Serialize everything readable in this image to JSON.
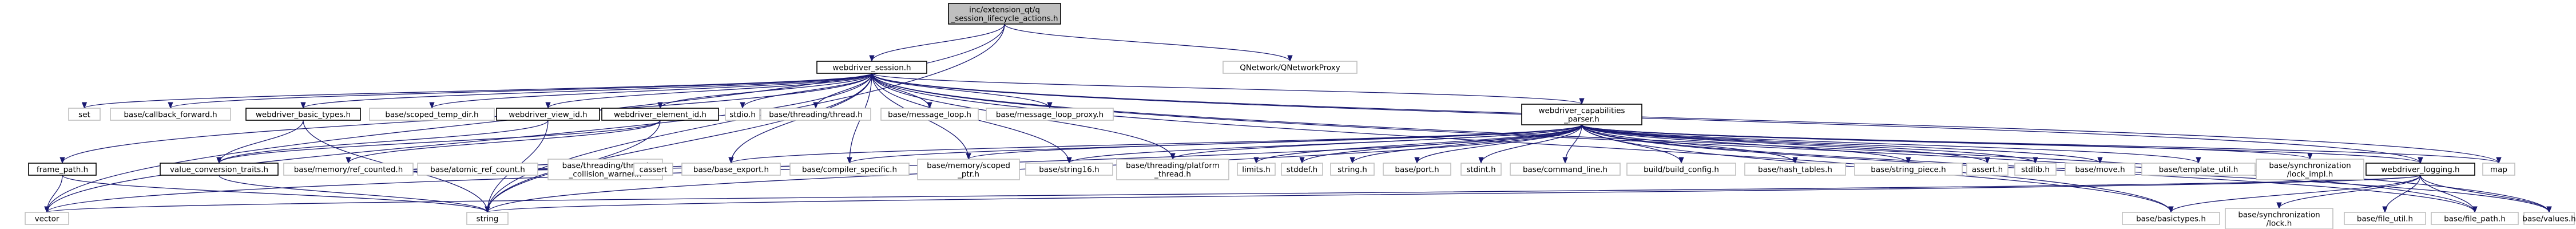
{
  "graph": {
    "type": "include-dependency-graph",
    "colors": {
      "edge": "#191970",
      "root_fill": "#bfbfbf",
      "root_border": "#000000",
      "documented_fill": "#ffffff",
      "documented_border": "#000000",
      "external_fill": "#ffffff",
      "external_border": "#bfbfbf"
    },
    "nodes": [
      {
        "id": "root",
        "kind": "root",
        "lines": [
          "inc/extension_qt/q",
          "_session_lifecycle_actions.h"
        ]
      },
      {
        "id": "webdriver_session",
        "kind": "documented",
        "lines": [
          "webdriver_session.h"
        ]
      },
      {
        "id": "qnetworkproxy",
        "kind": "external",
        "lines": [
          "QNetwork/QNetworkProxy"
        ]
      },
      {
        "id": "set",
        "kind": "external",
        "lines": [
          "set"
        ]
      },
      {
        "id": "base_callback_forward",
        "kind": "external",
        "lines": [
          "base/callback_forward.h"
        ]
      },
      {
        "id": "webdriver_basic_types",
        "kind": "documented",
        "lines": [
          "webdriver_basic_types.h"
        ]
      },
      {
        "id": "base_scoped_temp_dir",
        "kind": "external",
        "lines": [
          "base/scoped_temp_dir.h"
        ]
      },
      {
        "id": "webdriver_view_id",
        "kind": "documented",
        "lines": [
          "webdriver_view_id.h"
        ]
      },
      {
        "id": "webdriver_element_id",
        "kind": "documented",
        "lines": [
          "webdriver_element_id.h"
        ]
      },
      {
        "id": "stdio",
        "kind": "external",
        "lines": [
          "stdio.h"
        ]
      },
      {
        "id": "base_threading_thread",
        "kind": "external",
        "lines": [
          "base/threading/thread.h"
        ]
      },
      {
        "id": "base_message_loop",
        "kind": "external",
        "lines": [
          "base/message_loop.h"
        ]
      },
      {
        "id": "base_message_loop_proxy",
        "kind": "external",
        "lines": [
          "base/message_loop_proxy.h"
        ]
      },
      {
        "id": "webdriver_capabilities_parser",
        "kind": "documented",
        "lines": [
          "webdriver_capabilities",
          "_parser.h"
        ]
      },
      {
        "id": "frame_path",
        "kind": "documented",
        "lines": [
          "frame_path.h"
        ]
      },
      {
        "id": "value_conversion_traits",
        "kind": "documented",
        "lines": [
          "value_conversion_traits.h"
        ]
      },
      {
        "id": "base_memory_ref_counted",
        "kind": "external",
        "lines": [
          "base/memory/ref_counted.h"
        ]
      },
      {
        "id": "base_atomic_ref_count",
        "kind": "external",
        "lines": [
          "base/atomic_ref_count.h"
        ]
      },
      {
        "id": "base_threading_thread_collision_warner",
        "kind": "external",
        "lines": [
          "base/threading/thread",
          "_collision_warner.h"
        ]
      },
      {
        "id": "cassert",
        "kind": "external",
        "lines": [
          "cassert"
        ]
      },
      {
        "id": "base_base_export",
        "kind": "external",
        "lines": [
          "base/base_export.h"
        ]
      },
      {
        "id": "base_compiler_specific",
        "kind": "external",
        "lines": [
          "base/compiler_specific.h"
        ]
      },
      {
        "id": "base_memory_scoped_ptr",
        "kind": "external",
        "lines": [
          "base/memory/scoped",
          "_ptr.h"
        ]
      },
      {
        "id": "base_string16",
        "kind": "external",
        "lines": [
          "base/string16.h"
        ]
      },
      {
        "id": "base_threading_platform_thread",
        "kind": "external",
        "lines": [
          "base/threading/platform",
          "_thread.h"
        ]
      },
      {
        "id": "limits",
        "kind": "external",
        "lines": [
          "limits.h"
        ]
      },
      {
        "id": "stddef",
        "kind": "external",
        "lines": [
          "stddef.h"
        ]
      },
      {
        "id": "string_h",
        "kind": "external",
        "lines": [
          "string.h"
        ]
      },
      {
        "id": "base_port",
        "kind": "external",
        "lines": [
          "base/port.h"
        ]
      },
      {
        "id": "stdint",
        "kind": "external",
        "lines": [
          "stdint.h"
        ]
      },
      {
        "id": "base_command_line",
        "kind": "external",
        "lines": [
          "base/command_line.h"
        ]
      },
      {
        "id": "build_build_config",
        "kind": "external",
        "lines": [
          "build/build_config.h"
        ]
      },
      {
        "id": "base_hash_tables",
        "kind": "external",
        "lines": [
          "base/hash_tables.h"
        ]
      },
      {
        "id": "base_string_piece",
        "kind": "external",
        "lines": [
          "base/string_piece.h"
        ]
      },
      {
        "id": "assert",
        "kind": "external",
        "lines": [
          "assert.h"
        ]
      },
      {
        "id": "stdlib",
        "kind": "external",
        "lines": [
          "stdlib.h"
        ]
      },
      {
        "id": "base_move",
        "kind": "external",
        "lines": [
          "base/move.h"
        ]
      },
      {
        "id": "base_template_util",
        "kind": "external",
        "lines": [
          "base/template_util.h"
        ]
      },
      {
        "id": "base_sync_lock_impl",
        "kind": "external",
        "lines": [
          "base/synchronization",
          "/lock_impl.h"
        ]
      },
      {
        "id": "webdriver_logging",
        "kind": "documented",
        "lines": [
          "webdriver_logging.h"
        ]
      },
      {
        "id": "map",
        "kind": "external",
        "lines": [
          "map"
        ]
      },
      {
        "id": "vector",
        "kind": "external",
        "lines": [
          "vector"
        ]
      },
      {
        "id": "string",
        "kind": "external",
        "lines": [
          "string"
        ]
      },
      {
        "id": "base_basictypes",
        "kind": "external",
        "lines": [
          "base/basictypes.h"
        ]
      },
      {
        "id": "base_sync_lock",
        "kind": "external",
        "lines": [
          "base/synchronization",
          "/lock.h"
        ]
      },
      {
        "id": "base_file_util",
        "kind": "external",
        "lines": [
          "base/file_util.h"
        ]
      },
      {
        "id": "base_file_path",
        "kind": "external",
        "lines": [
          "base/file_path.h"
        ]
      },
      {
        "id": "base_values",
        "kind": "external",
        "lines": [
          "base/values.h"
        ]
      }
    ],
    "edges": [
      [
        "root",
        "webdriver_session"
      ],
      [
        "root",
        "qnetworkproxy"
      ],
      [
        "root",
        "vector"
      ],
      [
        "root",
        "string"
      ],
      [
        "webdriver_session",
        "set"
      ],
      [
        "webdriver_session",
        "base_callback_forward"
      ],
      [
        "webdriver_session",
        "webdriver_basic_types"
      ],
      [
        "webdriver_session",
        "base_scoped_temp_dir"
      ],
      [
        "webdriver_session",
        "webdriver_view_id"
      ],
      [
        "webdriver_session",
        "webdriver_element_id"
      ],
      [
        "webdriver_session",
        "stdio"
      ],
      [
        "webdriver_session",
        "base_threading_thread"
      ],
      [
        "webdriver_session",
        "base_message_loop"
      ],
      [
        "webdriver_session",
        "base_message_loop_proxy"
      ],
      [
        "webdriver_session",
        "webdriver_capabilities_parser"
      ],
      [
        "webdriver_session",
        "frame_path"
      ],
      [
        "webdriver_session",
        "webdriver_logging"
      ],
      [
        "webdriver_session",
        "map"
      ],
      [
        "webdriver_session",
        "base_values"
      ],
      [
        "webdriver_session",
        "vector"
      ],
      [
        "webdriver_session",
        "string"
      ],
      [
        "webdriver_session",
        "base_base_export"
      ],
      [
        "webdriver_session",
        "base_compiler_specific"
      ],
      [
        "webdriver_session",
        "base_memory_scoped_ptr"
      ],
      [
        "webdriver_session",
        "base_string16"
      ],
      [
        "webdriver_session",
        "base_threading_platform_thread"
      ],
      [
        "webdriver_session",
        "base_basictypes"
      ],
      [
        "webdriver_session",
        "base_file_path"
      ],
      [
        "webdriver_basic_types",
        "value_conversion_traits"
      ],
      [
        "webdriver_basic_types",
        "string"
      ],
      [
        "webdriver_view_id",
        "value_conversion_traits"
      ],
      [
        "webdriver_view_id",
        "string"
      ],
      [
        "webdriver_element_id",
        "value_conversion_traits"
      ],
      [
        "webdriver_element_id",
        "base_memory_ref_counted"
      ],
      [
        "webdriver_element_id",
        "string"
      ],
      [
        "base_memory_ref_counted",
        "base_atomic_ref_count"
      ],
      [
        "base_memory_ref_counted",
        "base_threading_thread_collision_warner"
      ],
      [
        "base_memory_ref_counted",
        "cassert"
      ],
      [
        "base_memory_ref_counted",
        "base_base_export"
      ],
      [
        "base_memory_ref_counted",
        "base_compiler_specific"
      ],
      [
        "frame_path",
        "string"
      ],
      [
        "frame_path",
        "vector"
      ],
      [
        "value_conversion_traits",
        "string"
      ],
      [
        "webdriver_capabilities_parser",
        "base_base_export"
      ],
      [
        "webdriver_capabilities_parser",
        "base_compiler_specific"
      ],
      [
        "webdriver_capabilities_parser",
        "base_memory_scoped_ptr"
      ],
      [
        "webdriver_capabilities_parser",
        "base_string16"
      ],
      [
        "webdriver_capabilities_parser",
        "base_threading_platform_thread"
      ],
      [
        "webdriver_capabilities_parser",
        "limits"
      ],
      [
        "webdriver_capabilities_parser",
        "stddef"
      ],
      [
        "webdriver_capabilities_parser",
        "string_h"
      ],
      [
        "webdriver_capabilities_parser",
        "base_port"
      ],
      [
        "webdriver_capabilities_parser",
        "stdint"
      ],
      [
        "webdriver_capabilities_parser",
        "base_command_line"
      ],
      [
        "webdriver_capabilities_parser",
        "build_build_config"
      ],
      [
        "webdriver_capabilities_parser",
        "base_hash_tables"
      ],
      [
        "webdriver_capabilities_parser",
        "base_string_piece"
      ],
      [
        "webdriver_capabilities_parser",
        "assert"
      ],
      [
        "webdriver_capabilities_parser",
        "stdlib"
      ],
      [
        "webdriver_capabilities_parser",
        "base_move"
      ],
      [
        "webdriver_capabilities_parser",
        "base_template_util"
      ],
      [
        "webdriver_capabilities_parser",
        "base_sync_lock_impl"
      ],
      [
        "webdriver_capabilities_parser",
        "webdriver_logging"
      ],
      [
        "webdriver_capabilities_parser",
        "map"
      ],
      [
        "webdriver_capabilities_parser",
        "vector"
      ],
      [
        "webdriver_capabilities_parser",
        "string"
      ],
      [
        "webdriver_capabilities_parser",
        "base_basictypes"
      ],
      [
        "webdriver_capabilities_parser",
        "base_file_path"
      ],
      [
        "webdriver_capabilities_parser",
        "base_values"
      ],
      [
        "webdriver_logging",
        "base_basictypes"
      ],
      [
        "webdriver_logging",
        "base_sync_lock"
      ],
      [
        "webdriver_logging",
        "base_file_util"
      ],
      [
        "webdriver_logging",
        "base_file_path"
      ],
      [
        "webdriver_logging",
        "base_values"
      ],
      [
        "webdriver_logging",
        "string"
      ],
      [
        "webdriver_logging",
        "vector"
      ]
    ]
  }
}
